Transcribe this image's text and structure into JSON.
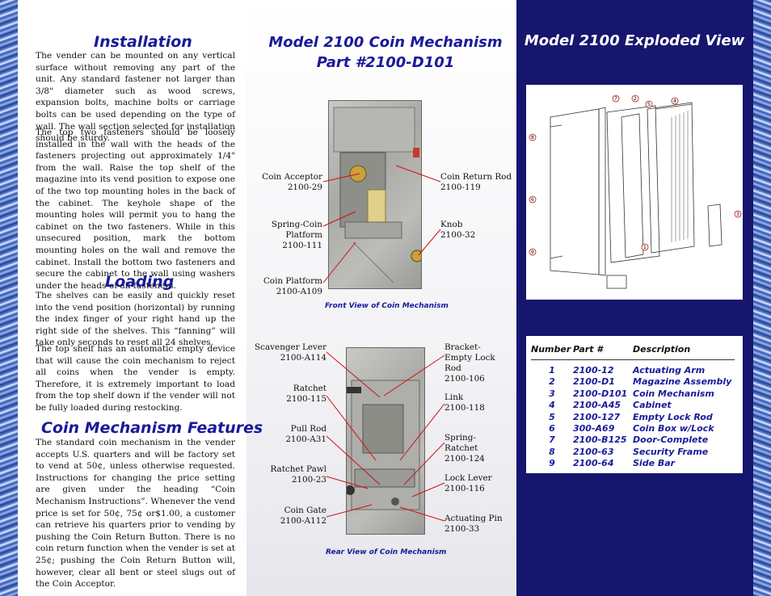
{
  "installation": {
    "title": "Installation",
    "p1": "The vender can be mounted on any vertical surface without removing any part of the unit. Any standard fastener not larger than 3/8\" diameter such as wood screws, expansion bolts, machine bolts or carriage bolts can be used depending on the type of wall. The wall section selected for installation should be sturdy.",
    "p2": "The top two fasteners should be loosely installed in the wall with the heads of the fasteners projecting out approximately 1/4\" from the wall. Raise the top shelf of the magazine into its vend position to expose one of the two top mounting holes in the back of the cabinet. The keyhole shape of the mounting holes will permit you to hang the cabinet on the two fasteners. While in this unsecured position, mark the bottom mounting holes on the wall and remove the cabinet. Install the bottom two fasteners and secure the cabinet to the wall using washers under the heads of all fasteners."
  },
  "loading": {
    "title": "Loading",
    "p1": "The shelves can be easily and quickly reset into the vend position (horizontal) by running the index finger of your right hand up the right side of the shelves. This “fanning” will take only seconds to reset all 24 shelves.",
    "p2": "The top shelf has an automatic empty device that will cause the coin mechanism to reject all coins when the vender is empty. Therefore, it is extremely important to load from the top shelf down if the vender will not be fully loaded during restocking."
  },
  "features": {
    "title": "Coin Mechanism Features",
    "p1": "The standard coin mechanism in the vender accepts U.S. quarters and will be factory set to vend at 50¢, unless otherwise requested. Instructions for changing the price setting are given under the heading “Coin Mechanism Instructions”. Whenever the vend price is set for 50¢, 75¢ or$1.00, a customer can retrieve his quarters prior to vending by pushing the Coin Return Button. There is no coin return function when the vender is set at 25¢; pushing the Coin Return Button will, however, clear all bent or steel slugs out of the Coin Acceptor."
  },
  "mechanism": {
    "title_line1": "Model 2100 Coin Mechanism",
    "title_line2": "Part #2100-D101",
    "front_caption": "Front View of Coin Mechanism",
    "rear_caption": "Rear View of Coin Mechanism",
    "front_labels": [
      {
        "name": "Coin Acceptor",
        "part": "2100-29"
      },
      {
        "name": "Spring-Coin Platform",
        "part": "2100-111"
      },
      {
        "name": "Coin Platform",
        "part": "2100-A109"
      },
      {
        "name": "Coin Return Rod",
        "part": "2100-119"
      },
      {
        "name": "Knob",
        "part": "2100-32"
      }
    ],
    "rear_labels": [
      {
        "name": "Scavenger Lever",
        "part": "2100-A114"
      },
      {
        "name": "Ratchet",
        "part": "2100-115"
      },
      {
        "name": "Pull Rod",
        "part": "2100-A31"
      },
      {
        "name": "Ratchet Pawl",
        "part": "2100-23"
      },
      {
        "name": "Coin Gate",
        "part": "2100-A112"
      },
      {
        "name": "Bracket-Empty Lock Rod",
        "part": "2100-106"
      },
      {
        "name": "Link",
        "part": "2100-118"
      },
      {
        "name": "Spring-Ratchet",
        "part": "2100-124"
      },
      {
        "name": "Lock Lever",
        "part": "2100-116"
      },
      {
        "name": "Actuating Pin",
        "part": "2100-33"
      }
    ]
  },
  "exploded": {
    "title": "Model 2100 Exploded View",
    "callouts": [
      "1",
      "2",
      "3",
      "4",
      "5",
      "6",
      "7",
      "8",
      "9"
    ]
  },
  "parts_table": {
    "headers": [
      "Number",
      "Part #",
      "Description"
    ],
    "rows": [
      [
        "1",
        "2100-12",
        "Actuating Arm"
      ],
      [
        "2",
        "2100-D1",
        "Magazine Assembly"
      ],
      [
        "3",
        "2100-D101",
        "Coin Mechanism"
      ],
      [
        "4",
        "2100-A45",
        "Cabinet"
      ],
      [
        "5",
        "2100-127",
        "Empty Lock Rod"
      ],
      [
        "6",
        "300-A69",
        "Coin Box w/Lock"
      ],
      [
        "7",
        "2100-B125",
        "Door-Complete"
      ],
      [
        "8",
        "2100-63",
        "Security Frame"
      ],
      [
        "9",
        "2100-64",
        "Side Bar"
      ]
    ]
  }
}
